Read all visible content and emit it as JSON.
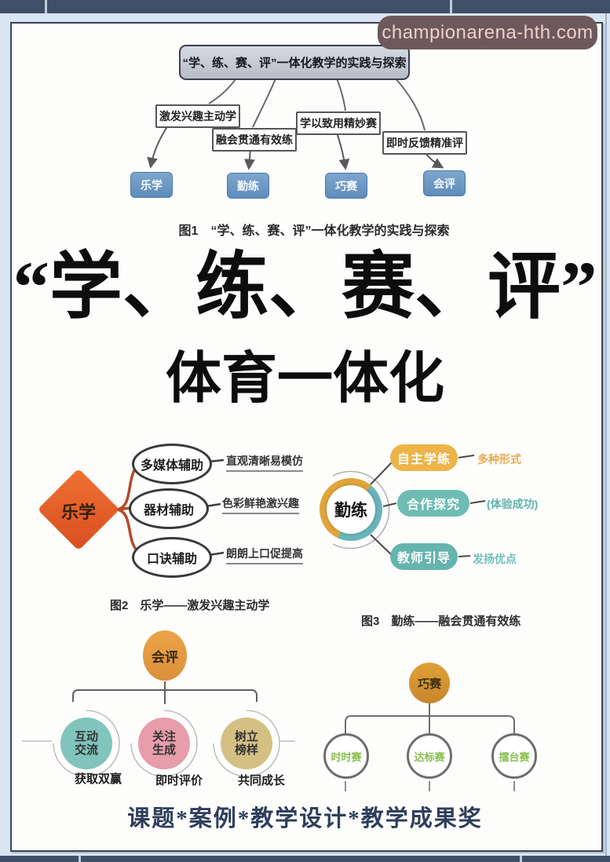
{
  "watermark": {
    "text": "championarena-hth.com"
  },
  "fig1": {
    "root": "“学、练、赛、评”一体化教学的实践与探索",
    "branches": [
      {
        "label": "激发兴趣主动学",
        "node": "乐学"
      },
      {
        "label": "融会贯通有效练",
        "node": "勤练"
      },
      {
        "label": "学以致用精妙赛",
        "node": "巧赛"
      },
      {
        "label": "即时反馈精准评",
        "node": "会评"
      }
    ],
    "caption": "图1　“学、练、赛、评”一体化教学的实践与探索"
  },
  "main_title": {
    "line1": "“学、练、赛、评”",
    "line2": "体育一体化"
  },
  "fig2": {
    "center": "乐学",
    "items": [
      {
        "node": "多媒体辅助",
        "desc": "直观清晰易模仿"
      },
      {
        "node": "器材辅助",
        "desc": "色彩鲜艳激兴趣"
      },
      {
        "node": "口诀辅助",
        "desc": "朗朗上口促提高"
      }
    ],
    "caption": "图2　乐学——激发兴趣主动学"
  },
  "fig3": {
    "center": "勤练",
    "items": [
      {
        "node": "自主学练",
        "desc": "多种形式"
      },
      {
        "node": "合作探究",
        "desc": "(体验成功)"
      },
      {
        "node": "教师引导",
        "desc": "发扬优点"
      }
    ],
    "caption": "图3　勤练——融会贯通有效练"
  },
  "fig4": {
    "center": "会评",
    "items": [
      {
        "node": "互动\n交流",
        "desc": "获取双赢"
      },
      {
        "node": "关注\n生成",
        "desc": "即时评价"
      },
      {
        "node": "树立\n榜样",
        "desc": "共同成长"
      }
    ]
  },
  "fig5": {
    "center": "巧赛",
    "items": [
      {
        "node": "时时赛"
      },
      {
        "node": "达标赛"
      },
      {
        "node": "擂台赛"
      }
    ]
  },
  "footer": {
    "text": "课题*案例*教学设计*教学成果奖"
  },
  "colors": {
    "window_band": "#3f4f68",
    "node_blue": "#6f9bc7",
    "diamond_orange": "#e45f2c",
    "donut_gold": "#e2a53c",
    "donut_teal": "#68b5ba",
    "pill_gold": "#ecb449",
    "pill_teal": "#6fbcb4",
    "oval_orange": "#e79a43",
    "circle_teal": "#80c4bb",
    "circle_pink": "#e79daa",
    "circle_tan": "#d5c084",
    "green_text": "#8abf4e",
    "footer_navy": "#2e3f5c",
    "watermark_bg": "#6d595b",
    "watermark_text": "#efd0c9"
  }
}
